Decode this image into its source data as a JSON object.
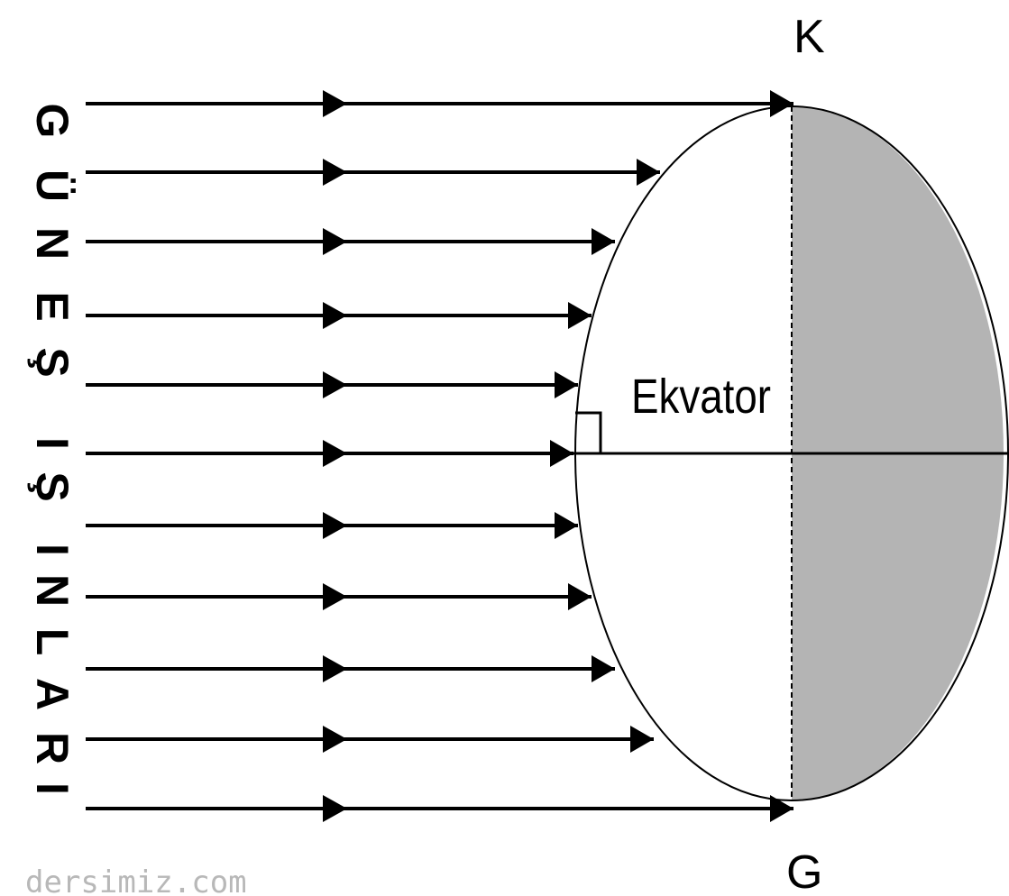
{
  "side_label_letters": [
    "G",
    "Ü",
    "N",
    "E",
    "Ş",
    "",
    "I",
    "Ş",
    "I",
    "N",
    "L",
    "A",
    "R",
    "I"
  ],
  "side_label_text": "GÜNEŞ IŞINLARI",
  "north_label": "K",
  "south_label": "G",
  "equator_label": "Ekvator",
  "watermark": "dersimiz.com",
  "colors": {
    "ray": "#000000",
    "earth_day": "#ffffff",
    "earth_night": "#b4b4b4",
    "outline": "#000000"
  },
  "ray_count": 11
}
